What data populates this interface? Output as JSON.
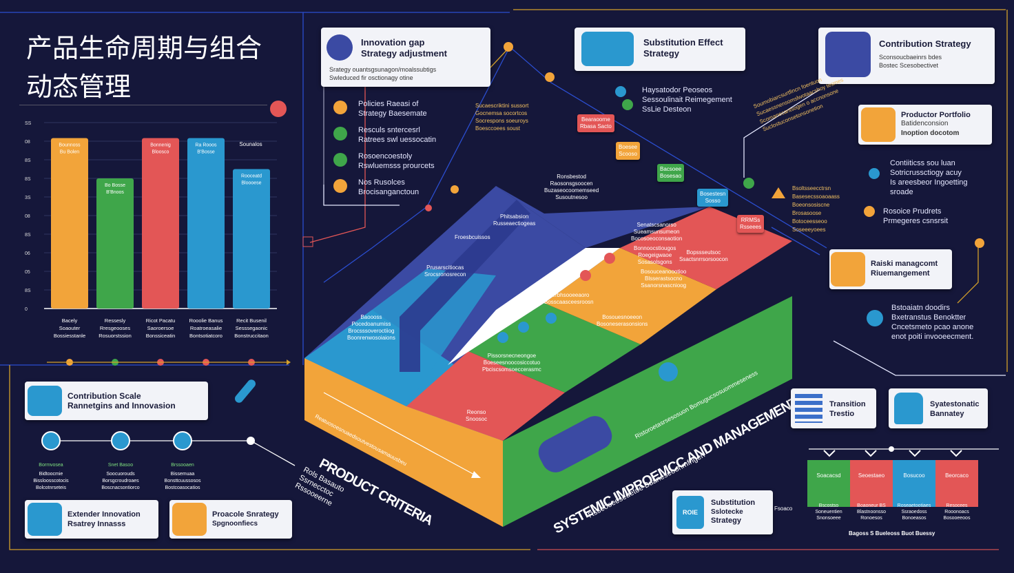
{
  "title": "产品生命周期与组合\n动态管理",
  "colors": {
    "bg": "#15173a",
    "orange": "#f2a43a",
    "green": "#3fa64a",
    "red": "#e35656",
    "blue": "#2a98cf",
    "navy": "#3b4aa3",
    "line": "#2b4ed0"
  },
  "cards": {
    "innovation_gap": {
      "title": "Innovation gap",
      "title2": "Strategy adjustment",
      "sub1": "Srategy ouantsgsunagon/moalssubtigs",
      "sub2": "Swleduced fir osctionagy otine",
      "icon": "badge-icon"
    },
    "substitution_effect": {
      "title": "Substitution Effect",
      "title2": "Strategy",
      "icon": "handshake-icon"
    },
    "contribution_strategy": {
      "title": "Contribution Strategy",
      "sub1": "Sconsoucbaeinrs bdes",
      "sub2": "Bostec Scesobectivet",
      "icon": "team-icon"
    },
    "product_portfolio": {
      "title": "Productor Portfolio",
      "title2": "Batidenconsion",
      "title3": "Inoption docotom"
    },
    "risk_management": {
      "title": "Raiski managcomt",
      "title2": "Riuemangement"
    },
    "contribution_scale": {
      "title": "Contribution Scale",
      "title2": "Rannetgins and Innovasion"
    },
    "extended_innovation": {
      "title": "Extender Innovation",
      "title2": "Rsatrey Innasss"
    },
    "provide_strategy": {
      "title": "Proacole Snrategy",
      "title2": "Spgnoonfiecs"
    },
    "substitution_strategy": {
      "title": "Substitution",
      "title2": "Sslotecke",
      "title3": "Strategy",
      "chip": "ROIE"
    },
    "transition": {
      "title": "Transition",
      "title2": "Trestio"
    },
    "systematic": {
      "title": "Syatestonatic",
      "title2": "Bannatey"
    }
  },
  "innovation_list": [
    {
      "text": "Policies Raeasi of\nStrategy Baesemate",
      "color": "#f2a43a",
      "icon": "rocket-icon"
    },
    {
      "text": "Resculs sntercesrl\nRatrees swl uessocatin",
      "color": "#3fa64a",
      "icon": "circle-icon"
    },
    {
      "text": "Rosoencoestoly\nRswluemsss prourcets",
      "color": "#3fa64a",
      "icon": "circle-icon"
    },
    {
      "text": "Nos Rusolces\nBrocisanganctoun",
      "color": "#f2a43a",
      "icon": "gear-icon"
    }
  ],
  "innovation_side_text": "Sucaescriktini sussort\nGocnemsa socortcos\nSocrespons soeuroys\nBoesccoees soust",
  "center_text": "Haysatodor Peoseos\nSessoulinait Reimegement\nSsLie Desteon",
  "right_text1": "Contiiticss sou luan\nSotricrussctiogy acuy\nIs areesbeor Ingoetting\nsroade",
  "right_text2": "Rosoice Prudrets\nPrmegeres csnsrsit",
  "right_text3": "Bstoaiatn doodirs\nBxetranstus Benoktter\nCncetsmeto pcao anone\nenot poiti invooeecment.",
  "diag_text": "Soumobiarcsurtfincn foentuon\nSucaessnensomslwotaacshoy tesmes\nScomanecantsogen o accnonsone\nSuclostuconsetonsonetion",
  "chart_data": {
    "type": "bar",
    "categories": [
      "Bacely\nSoaouter\nBossiesstanle",
      "Ressesly\nRresgeooses\nRosuorstssion",
      "Ricot Pacatu\nSaoroersoe\nBonssiceatin",
      "Rooolie Banus\nRoatroeasalie\nBontsotiatcoro",
      "Recit Busenil\nSesssegaonic\nBonstruccitaon"
    ],
    "series": [
      {
        "values": [
          275,
          210,
          275,
          275,
          225
        ]
      }
    ],
    "bar_labels": [
      "Bounnoss\nBu Bolen",
      "Bo Bosse\nB'Bnoos",
      "Bonnenig\nBloosco",
      "Ra Rooos\nB'Bosse",
      "Rooceatd\nBloooese"
    ],
    "top_label": "Sounalos",
    "yticks": [
      "0",
      "8S",
      "05",
      "06",
      "8S",
      "08",
      "3S",
      "8S",
      "8S",
      "08",
      "SS"
    ],
    "ylim": [
      0,
      300
    ],
    "colors": [
      "#f2a43a",
      "#3fa64a",
      "#e35656",
      "#2a98cf",
      "#2a98cf"
    ],
    "dot_colors": [
      "#f2a43a",
      "#3fa64a",
      "#e35656",
      "#e35656",
      "#e35656"
    ]
  },
  "timeline": [
    {
      "label": "Bidtoocmie\nBissloosscotocis\nBolcotnrseteis",
      "title": "Bormvosea",
      "color": "#2a98cf"
    },
    {
      "label": "Soocuorouds\nBorsgcroudroaes\nBoscnacsontiorco",
      "title": "Snet Basoo",
      "color": "#2a98cf"
    },
    {
      "label": "Bissemuaa\nBonsttcuussosos\nBostcoasocatios",
      "title": "Brssooaen",
      "color": "#2a98cf"
    }
  ],
  "iso": {
    "blue_top": [
      "Ronsbestod\nRaosonsgsoocen\nBuzaseocoomemseed\nSusoutnesoo",
      "Phitsabsion\nRusseaectiogeas",
      "Froesbcuissos",
      "Prusarscitiocas\nSrocsronosrecon",
      "Baoooss\nPocedoanumiss\nBrocsssoveroctiiog\nBoonrenwosoiaions"
    ],
    "mid": [
      "Senatscsanorso\nSueamsunsumeon\nBocosoeoconsaotion",
      "Bonnoocstiougos\nRoegeigwaoe\nSosasolsgons",
      "Bopssseutsoc\nSsactsnrrsorsoocon",
      "Bosouceanoootioo\nBlsserastsocno\nSsanorsnascnioog",
      "Serbhsooeeaoro\nBosscaasceesroosn",
      "Bosouesnoeeon\nBosoneserasonsions",
      "Reonso\nSnoosoc",
      "Pissorsnecneongoe\nBoeseesnoocosiccotuo\nPbciscsomsoeccerasmc"
    ],
    "front_left": "Reatuosoesnuaedsoutvestousamauusbeu",
    "front_right": "Ristoroetasrsesosuon  Bomugucsosuommeseness"
  },
  "side_labels": {
    "product_criteria": "PRODUCT CRITERIA",
    "product_sub": "Rols Basauto\nSsrnecctoc\nRssooeerne",
    "systemic": "SYSTEMIC IMPROEMCC AND MANAGEMENT",
    "systemic_sub": "Rsseooeeseuetoe Buaneseoonmfngen"
  },
  "flags": [
    "Bearaoorne\nRbasa Sacto",
    "Boesee\nScooso",
    "Bacsoee\nBosesao",
    "Bosestesn\nSosso",
    "RRMSs\nRsseees"
  ],
  "flag_right_text": "Bsoltsseecctrsn\nBasesecssoaoaass\nBoeonsosiscne\nBrosasoose\nBotoceesseoo\nSoseeeyoees",
  "segments": [
    {
      "label": "Soacacsd",
      "text": "Bscostso\nSoneuentien\nSnonsoeee",
      "color": "#3fa64a"
    },
    {
      "label": "Seoestaeo",
      "text": "Boaoneur BS\nBlastnoonsso\nRonoesos",
      "color": "#e35656"
    },
    {
      "label": "Bosucoo",
      "text": "Roseaetootiaes\nSsraoedoss\nBonoeasos",
      "color": "#2a98cf"
    },
    {
      "label": "Beorcaco",
      "text": "Resocees\nRooonoacs\nBosooeeoos",
      "color": "#e35656"
    }
  ],
  "segment_footer": "Bagoss S   Bueleoss Buot Buessy",
  "segment_lead": "Fsoaco"
}
